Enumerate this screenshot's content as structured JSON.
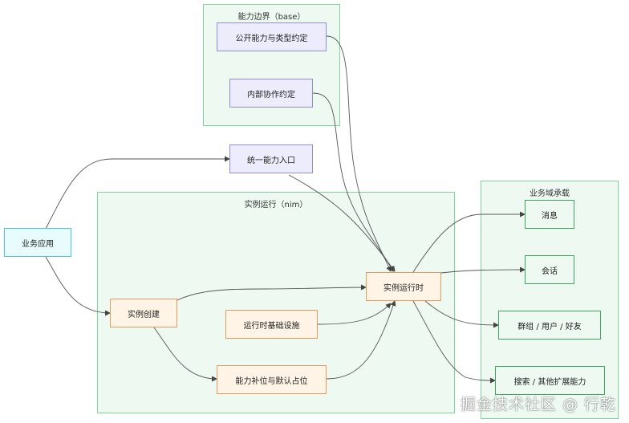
{
  "groups": {
    "base": "能力边界（base）",
    "nim": "实例运行（nim）",
    "domain": "业务域承载"
  },
  "nodes": {
    "public_api": "公开能力与类型约定",
    "internal": "内部协作约定",
    "unified_entry": "统一能力入口",
    "business_app": "业务应用",
    "instance_create": "实例创建",
    "runtime_infra": "运行时基础设施",
    "fallback": "能力补位与默认占位",
    "instance_runtime": "实例运行时",
    "message": "消息",
    "session": "会话",
    "group_user_friend": "群组 / 用户 / 好友",
    "search_other": "搜索 / 其他扩展能力"
  },
  "watermark": "掘金技术社区 @ 行乾",
  "colors": {
    "group_fill": "#eefaf1",
    "group_border": "#7ed69a",
    "purple_fill": "#ececfd",
    "orange_fill": "#fff4e6",
    "cyan_fill": "#e8fbfd"
  }
}
